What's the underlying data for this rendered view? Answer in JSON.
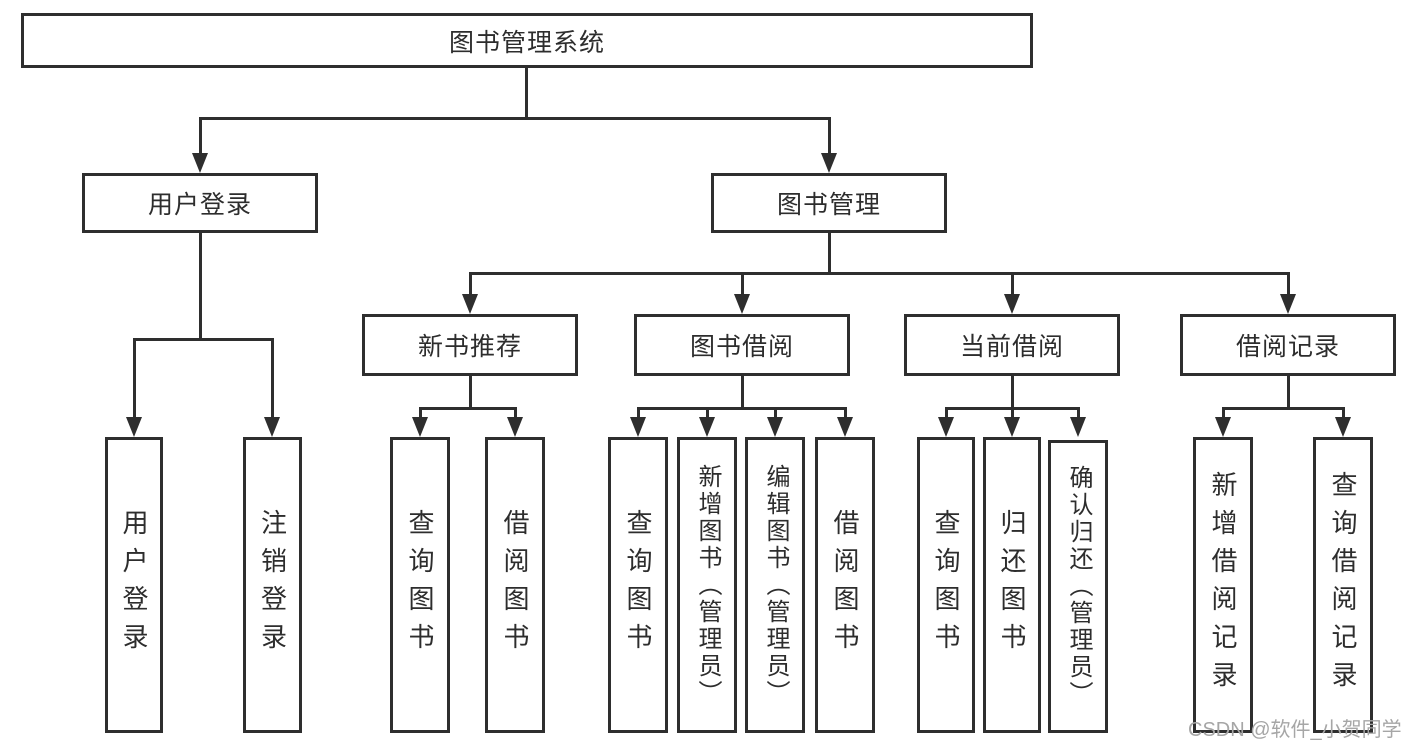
{
  "diagram": {
    "type": "hierarchy-tree",
    "watermark": "CSDN @软件_小贺同学",
    "colors": {
      "line": "#2e2e2e",
      "text": "#2d2d2d",
      "background": "#ffffff",
      "watermark": "#a6a6a6"
    }
  },
  "tree": {
    "root": "图书管理系统",
    "branches": [
      {
        "label": "用户登录",
        "children": [
          "用户登录",
          "注销登录"
        ]
      },
      {
        "label": "图书管理",
        "groups": [
          {
            "label": "新书推荐",
            "children": [
              "查询图书",
              "借阅图书"
            ]
          },
          {
            "label": "图书借阅",
            "children": [
              "查询图书",
              "新增图书（管理员）",
              "编辑图书（管理员）",
              "借阅图书"
            ]
          },
          {
            "label": "当前借阅",
            "children": [
              "查询图书",
              "归还图书",
              "确认归还（管理员）"
            ]
          },
          {
            "label": "借阅记录",
            "children": [
              "新增借阅记录",
              "查询借阅记录"
            ]
          }
        ]
      }
    ]
  }
}
